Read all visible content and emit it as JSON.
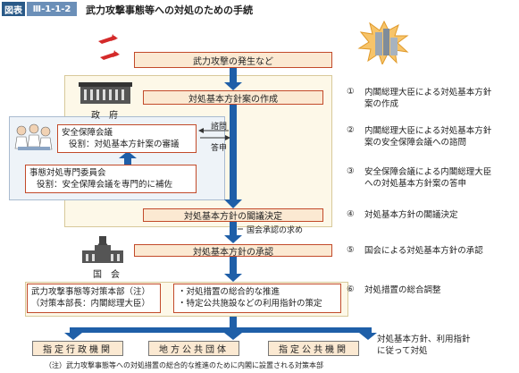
{
  "header": {
    "tag": "図表",
    "number": "Ⅲ-1-1-2",
    "title": "武力攻撃事態等への対処のための手続"
  },
  "flow": {
    "step_attack": "武力攻撃の発生など",
    "step_draft": "対処基本方針案の作成",
    "step_decision": "対処基本方針の閣議決定",
    "step_approval": "対処基本方針の承認",
    "consult_label": "諮問",
    "report_label": "答申",
    "diet_request": "国会承認の求め"
  },
  "labels": {
    "government": "政　府",
    "diet": "国　会"
  },
  "councils": {
    "security_title": "安全保障会議",
    "security_role": "役割：対処基本方針案の審議",
    "expert_title": "事態対処専門委員会",
    "expert_role": "役割：安全保障会議を専門的に補佐"
  },
  "hq": {
    "line1": "武力攻撃事態等対策本部（注）",
    "line2": "（対策本部長：内閣総理大臣）",
    "task1": "・対処措置の総合的な推進",
    "task2": "・特定公共施設などの利用指針の策定"
  },
  "agencies": [
    "指定行政機関",
    "地方公共団体",
    "指定公共機関"
  ],
  "notes": [
    {
      "num": "①",
      "line1": "内閣総理大臣による対処基本方針",
      "line2": "案の作成"
    },
    {
      "num": "②",
      "line1": "内閣総理大臣による対処基本方針",
      "line2": "案の安全保障会議への諮問"
    },
    {
      "num": "③",
      "line1": "安全保障会議による内閣総理大臣",
      "line2": "への対処基本方針案の答申"
    },
    {
      "num": "④",
      "line1": "対処基本方針の閣議決定",
      "line2": ""
    },
    {
      "num": "⑤",
      "line1": "国会による対処基本方針の承認",
      "line2": ""
    },
    {
      "num": "⑥",
      "line1": "対処措置の総合調整",
      "line2": ""
    }
  ],
  "agency_note": {
    "line1": "対処基本方針、利用指針",
    "line2": "に従って対処"
  },
  "footnote": "（注）武力攻撃事態等への対処措置の総合的な推進のために内閣に設置される対策本部",
  "colors": {
    "arrow": "#1f5fa8",
    "box_fill": "#fbe9d2",
    "box_border": "#c24a2a",
    "header_tag": "#2a5a88"
  }
}
